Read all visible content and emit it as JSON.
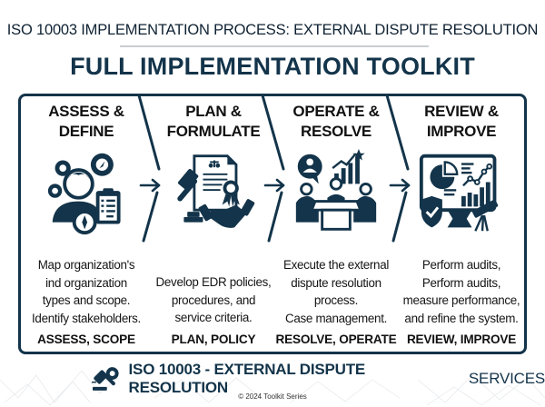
{
  "header": {
    "subtitle": "ISO 10003 IMPLEMENTATION PROCESS: EXTERNAL DISPUTE RESOLUTION",
    "title": "FULL IMPLEMENTATION TOOLKIT"
  },
  "colors": {
    "primary": "#13344a",
    "text": "#111111",
    "rule": "#c9cdd1",
    "background": "#ffffff"
  },
  "steps": [
    {
      "heading_line1": "ASSESS &",
      "heading_line2": "DEFINE",
      "icon": "person-gears-clipboard-compass-icon",
      "desc_lines": [
        "Map organization's",
        "ind organization",
        "types and scope.",
        "Identify stakeholders."
      ],
      "tag": "ASSESS, SCOPE"
    },
    {
      "heading_line1": "PLAN &",
      "heading_line2": "FORMULATE",
      "icon": "gavel-document-handshake-icon",
      "desc_lines": [
        "Develop EDR policies,",
        "procedures, and",
        "service criteria."
      ],
      "tag": "PLAN, POLICY"
    },
    {
      "heading_line1": "OPERATE &",
      "heading_line2": "RESOLVE",
      "icon": "meeting-table-growth-chart-icon",
      "desc_lines": [
        "Execute the external",
        "dispute resolution",
        "process.",
        "Case management."
      ],
      "tag": "RESOLVE, OPERATE"
    },
    {
      "heading_line1": "REVIEW &",
      "heading_line2": "IMPROVE",
      "icon": "dashboard-shield-telescope-icon",
      "desc_lines": [
        "Perform audits,",
        "Perform audits,",
        "measure performance,",
        "and refine the system."
      ],
      "tag": "REVIEW, IMPROVE"
    }
  ],
  "arrows": [
    "arrow-right-icon",
    "arrow-right-icon",
    "arrow-right-icon"
  ],
  "footer": {
    "brand_bold": "ISO 10003 - EXTERNAL DISPUTE RESOLUTION",
    "brand_light": "SERVICES",
    "brand_icon": "gavel-gear-icon",
    "copyright": "© 2024 Toolkit Series"
  }
}
